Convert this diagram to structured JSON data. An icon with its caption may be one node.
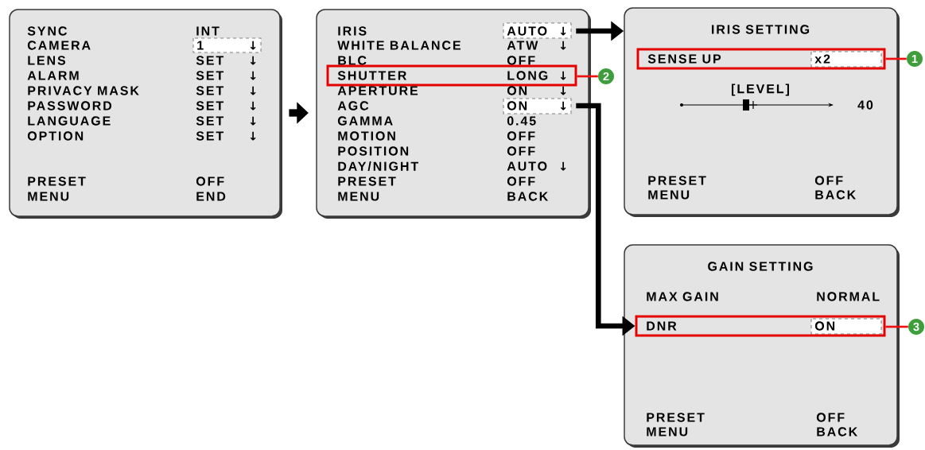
{
  "diagram": {
    "nodes": [
      {
        "text": [],
        "shape": "box"
      },
      {
        "text": [
          "SYNC",
          "INT"
        ],
        "in": 0
      },
      {
        "text": [
          "CAMERA",
          "1",
          "↓"
        ],
        "in": 0
      },
      {
        "text": [
          "LENS",
          "SET",
          "↓"
        ],
        "in": 0
      },
      {
        "text": [
          "ALARM",
          "SET",
          "↓"
        ],
        "in": 0
      },
      {
        "text": [
          "PRIVACY MASK",
          "SET",
          "↓"
        ],
        "in": 0
      },
      {
        "text": [
          "PASSWORD",
          "SET",
          "↓"
        ],
        "in": 0
      },
      {
        "text": [
          "LANGUAGE",
          "SET",
          "↓"
        ],
        "in": 0
      },
      {
        "text": [
          "OPTION",
          "SET",
          "↓"
        ],
        "in": 0
      },
      {
        "text": [
          "PRESET",
          "OFF"
        ],
        "in": 0
      },
      {
        "text": [
          "MENU",
          "END"
        ],
        "in": 0
      },
      {
        "text": [],
        "shape": "box"
      },
      {
        "text": [
          "IRIS",
          "AUTO",
          "↓"
        ],
        "in": 11
      },
      {
        "text": [
          "WHITE BALANCE",
          "ATW",
          "↓"
        ],
        "in": 11
      },
      {
        "text": [
          "BLC",
          "OFF"
        ],
        "in": 11
      },
      {
        "text": [
          "SHUTTER",
          "LONG",
          "↓"
        ],
        "in": 11
      },
      {
        "text": [
          "APERTURE",
          "ON",
          "↓"
        ],
        "in": 11
      },
      {
        "text": [
          "AGC",
          "ON",
          "↓"
        ],
        "in": 11
      },
      {
        "text": [
          "GAMMA",
          "0.45"
        ],
        "in": 11
      },
      {
        "text": [
          "MOTION",
          "OFF"
        ],
        "in": 11
      },
      {
        "text": [
          "POSITION",
          "OFF"
        ],
        "in": 11
      },
      {
        "text": [
          "DAY/NIGHT",
          "AUTO",
          "↓"
        ],
        "in": 11
      },
      {
        "text": [
          "PRESET",
          "OFF"
        ],
        "in": 11
      },
      {
        "text": [
          "MENU",
          "BACK"
        ],
        "in": 11
      },
      {
        "text": [
          "IRIS SETTING"
        ]
      },
      {
        "text": [
          "SENSE UP",
          "x2"
        ],
        "in": 24
      },
      {
        "text": [
          "[LEVEL]",
          "40"
        ],
        "in": 24
      },
      {
        "text": [
          "PRESET",
          "OFF"
        ],
        "in": 24
      },
      {
        "text": [
          "MENU",
          "BACK"
        ],
        "in": 24
      },
      {
        "text": [
          "GAIN SETTING"
        ]
      },
      {
        "text": [
          "MAX GAIN",
          "NORMAL"
        ],
        "in": 29
      },
      {
        "text": [
          "DNR",
          "ON"
        ],
        "in": 29
      },
      {
        "text": [
          "PRESET",
          "OFF"
        ],
        "in": 29
      },
      {
        "text": [
          "MENU",
          "BACK"
        ],
        "in": 29
      },
      {
        "text": [
          "1"
        ]
      },
      {
        "text": [
          "2"
        ]
      },
      {
        "text": [
          "3"
        ]
      }
    ],
    "edges": [
      {
        "from": 0,
        "to": 11,
        "arrow": "to",
        "style": "thick"
      },
      {
        "from": 12,
        "to": 24,
        "arrow": "to",
        "style": "thick"
      },
      {
        "from": 17,
        "to": 31,
        "arrow": "to",
        "style": "thick"
      },
      {
        "from": 34,
        "to": 25,
        "arrow": "none",
        "color": "#ee1111"
      },
      {
        "from": 35,
        "to": 15,
        "arrow": "none",
        "color": "#ee1111"
      },
      {
        "from": 36,
        "to": 31,
        "arrow": "none",
        "color": "#ee1111"
      }
    ]
  }
}
